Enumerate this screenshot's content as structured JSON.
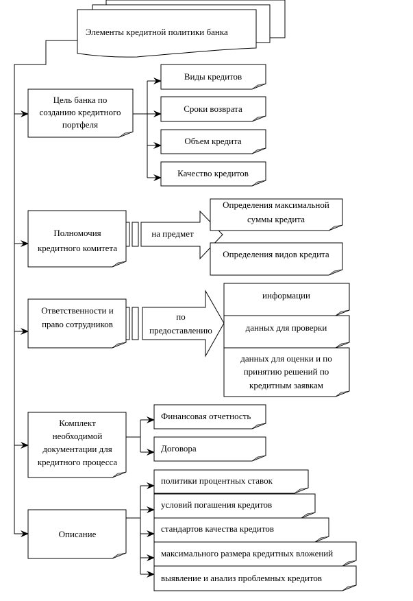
{
  "title": "Элементы кредитной политики банка",
  "colors": {
    "line": "#000000",
    "fold": "#b0b0b0",
    "background": "#ffffff"
  },
  "groups": [
    {
      "label": [
        "Цель банка по",
        "созданию кредитного",
        "портфеля"
      ],
      "items": [
        "Виды кредитов",
        "Сроки  возврата",
        "Объем кредита",
        "Качество кредитов"
      ]
    },
    {
      "label": [
        "Полномочия",
        "кредитного комитета"
      ],
      "connector": [
        "на предмет"
      ],
      "items": [
        [
          "Определения максимальной",
          "суммы кредита"
        ],
        [
          "Определения видов кредита"
        ]
      ]
    },
    {
      "label": [
        "Ответственности и",
        "право сотрудников"
      ],
      "connector": [
        "по",
        "предоставлению"
      ],
      "items": [
        [
          "информации"
        ],
        [
          "данных  для проверки"
        ],
        [
          "данных  для оценки и по",
          "принятию решений по",
          "кредитным заявкам"
        ]
      ]
    },
    {
      "label": [
        "Комплект",
        "необходимой",
        "документации для",
        "кредитного процесса"
      ],
      "items": [
        "Финансовая отчетность",
        "Договора"
      ]
    },
    {
      "label": [
        "Описание"
      ],
      "items": [
        "политики процентных ставок",
        "условий погашения кредитов",
        "стандартов качества кредитов",
        "максимального размера кредитных вложений",
        "выявление и анализ проблемных кредитов"
      ]
    }
  ]
}
